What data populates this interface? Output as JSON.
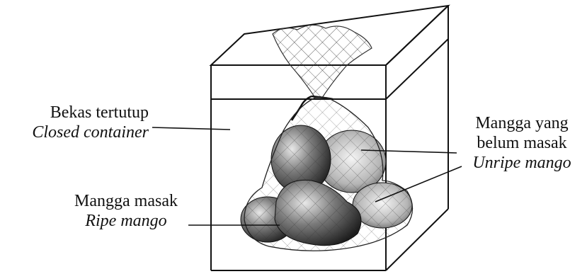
{
  "labels": {
    "container_ms": "Bekas tertutup",
    "container_en": "Closed container",
    "unripe_ms_1": "Mangga yang",
    "unripe_ms_2": "belum masak",
    "unripe_en": "Unripe mango",
    "ripe_ms": "Mangga masak",
    "ripe_en": "Ripe mango"
  }
}
